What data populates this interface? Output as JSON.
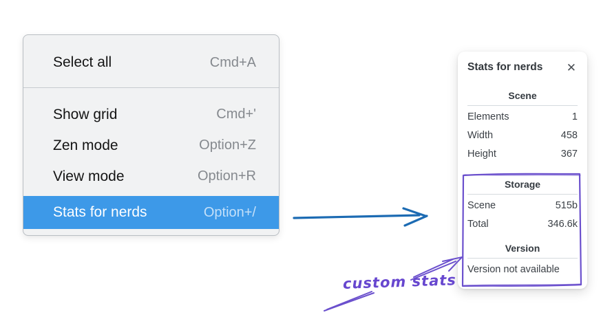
{
  "menu": {
    "items_top": [
      {
        "label": "Select all",
        "shortcut": "Cmd+A"
      }
    ],
    "items_main": [
      {
        "label": "Show grid",
        "shortcut": "Cmd+'"
      },
      {
        "label": "Zen mode",
        "shortcut": "Option+Z"
      },
      {
        "label": "View mode",
        "shortcut": "Option+R"
      },
      {
        "label": "Stats for nerds",
        "shortcut": "Option+/"
      }
    ]
  },
  "stats_panel": {
    "title": "Stats for nerds",
    "sections": {
      "scene": {
        "heading": "Scene",
        "rows": [
          {
            "label": "Elements",
            "value": "1"
          },
          {
            "label": "Width",
            "value": "458"
          },
          {
            "label": "Height",
            "value": "367"
          }
        ]
      },
      "storage": {
        "heading": "Storage",
        "rows": [
          {
            "label": "Scene",
            "value": "515b"
          },
          {
            "label": "Total",
            "value": "346.6k"
          }
        ]
      },
      "version": {
        "heading": "Version",
        "note": "Version not available"
      }
    }
  },
  "annotation": {
    "label": "custom stats"
  },
  "icons": {
    "close": "✕"
  },
  "colors": {
    "menu_highlight": "#3d99e8",
    "arrow_blue": "#1c6bb3",
    "annotation_purple": "#6b50cd"
  }
}
